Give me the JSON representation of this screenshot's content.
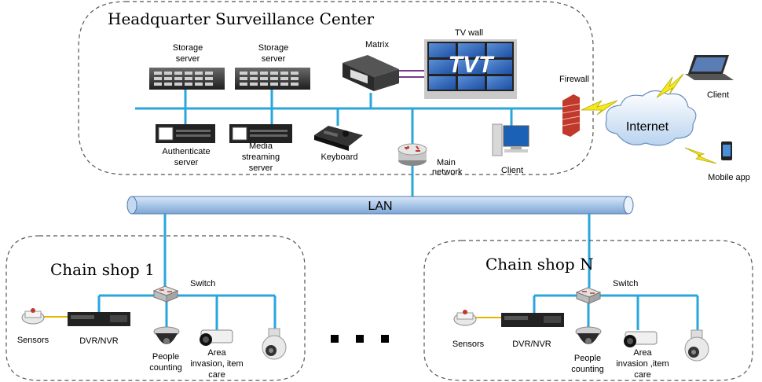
{
  "hq": {
    "title": "Headquarter Surveillance Center",
    "storage_server_1": [
      "Storage",
      "server"
    ],
    "storage_server_2": [
      "Storage",
      "server"
    ],
    "matrix": "Matrix",
    "tv_wall": "TV wall",
    "tv_brand": "TVT",
    "firewall": "Firewall",
    "authenticate_server": [
      "Authenticate",
      "server"
    ],
    "media_streaming_server": [
      "Media",
      "streaming",
      "server"
    ],
    "keyboard": "Keyboard",
    "main_network": [
      "Main",
      "network"
    ],
    "client": "Client"
  },
  "internet": {
    "label": "Internet",
    "client": "Client",
    "mobile_app": "Mobile app"
  },
  "lan": {
    "label": "LAN"
  },
  "shop1": {
    "title": "Chain shop 1",
    "switch": "Switch",
    "sensors": "Sensors",
    "dvr": "DVR/NVR",
    "people_counting": [
      "People",
      "counting"
    ],
    "area_invasion": [
      "Area",
      "invasion, item",
      "care"
    ]
  },
  "shopN": {
    "title": "Chain shop N",
    "switch": "Switch",
    "sensors": "Sensors",
    "dvr": "DVR/NVR",
    "people_counting": [
      "People",
      "counting"
    ],
    "area_invasion": [
      "Area",
      "invasion ,item",
      "care"
    ]
  },
  "colors": {
    "network_line": "#2aa6dc",
    "lan_pipe": "#a9c6e8",
    "lightning": "#f5e81d",
    "sensor_cable": "#e8b400",
    "matrix_link": "#7a3a8a"
  }
}
